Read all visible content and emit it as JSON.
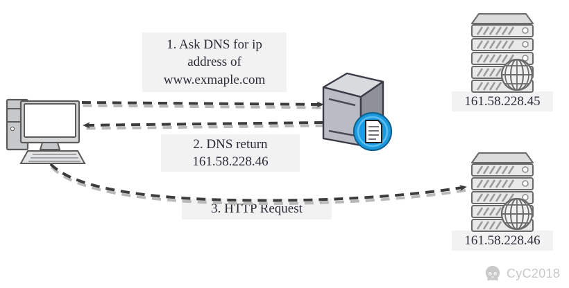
{
  "diagram": {
    "title": "DNS resolution and HTTP request flow",
    "background": "#ffffff",
    "label_background": "#f2f2f2",
    "text_color": "#2b2b38",
    "line_color": "#3c3c3c",
    "accent_blue": "#1b9ae0"
  },
  "nodes": {
    "client": {
      "name": "client-computer",
      "icon": "desktop-computer-icon"
    },
    "dns_server": {
      "name": "dns-server",
      "icon": "server-tower-icon",
      "badge": "document-icon"
    },
    "web_server_top": {
      "name": "web-server-rack-top",
      "icon": "server-rack-icon",
      "badge": "globe-icon",
      "ip": "161.58.228.45"
    },
    "web_server_bottom": {
      "name": "web-server-rack-bottom",
      "icon": "server-rack-icon",
      "badge": "globe-icon",
      "ip": "161.58.228.46"
    }
  },
  "flow": [
    {
      "step": 1,
      "label": "1. Ask DNS for ip\naddress of\nwww.exmaple.com",
      "from": "client",
      "to": "dns_server",
      "style": "dashed",
      "direction": "right"
    },
    {
      "step": 2,
      "label": "2. DNS return\n161.58.228.46",
      "from": "dns_server",
      "to": "client",
      "style": "dashed",
      "direction": "left"
    },
    {
      "step": 3,
      "label": "3. HTTP Request",
      "from": "client",
      "to": "web_server_bottom",
      "style": "dashed-curved",
      "direction": "right"
    }
  ],
  "ip_labels": {
    "top": "161.58.228.45",
    "bottom": "161.58.228.46"
  },
  "watermark": {
    "icon": "github-octocat-icon",
    "text": "CyC2018",
    "color": "#c9c9c9"
  }
}
